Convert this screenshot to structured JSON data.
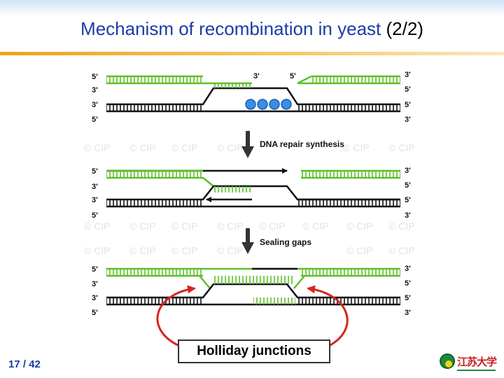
{
  "slide": {
    "title": "Mechanism of recombination in yeast",
    "title_part": "(2/2)",
    "page_number": "17 / 42",
    "holliday_label": "Holliday junctions"
  },
  "diagram": {
    "step1_label": "DNA repair synthesis",
    "step2_label": "Sealing gaps",
    "panel1": {
      "left": [
        "5'",
        "3'",
        "3'",
        "5'"
      ],
      "right": [
        "3'",
        "5'",
        "5'",
        "3'"
      ],
      "top_mid_left": "3'",
      "top_mid_right": "5'"
    },
    "panel2": {
      "left": [
        "5'",
        "3'",
        "3'",
        "5'"
      ],
      "right": [
        "3'",
        "5'",
        "5'",
        "3'"
      ]
    },
    "panel3": {
      "left": [
        "5'",
        "3'",
        "3'",
        "5'"
      ],
      "right": [
        "3'",
        "5'",
        "5'",
        "3'"
      ]
    },
    "watermark": "© CIP"
  },
  "logo": {
    "text": "江苏大学",
    "colors": {
      "seal": "#1d8a3c",
      "text": "#c81e1e"
    }
  },
  "colors": {
    "title": "#1a3da6",
    "green_strand": "#5fbf2a",
    "black_strand": "#111111",
    "arrow": "#d8251d",
    "protein": "#3a8ee6"
  }
}
